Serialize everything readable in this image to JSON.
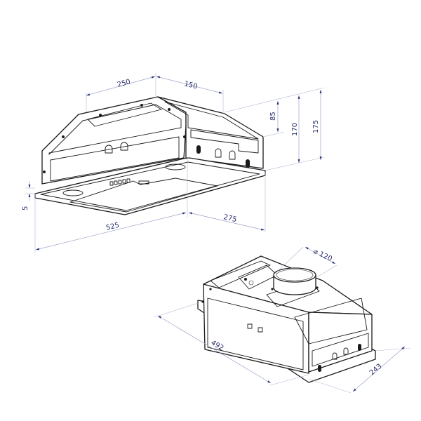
{
  "drawing": {
    "subject": "built-in cooker hood dimension drawing",
    "units": "mm",
    "colors": {
      "dimension_text": "#2a2f6b",
      "dimension_arrow": "#1f2a6e",
      "dimension_line": "#9aa0c8",
      "outline": "#1a1a1a",
      "background": "#ffffff"
    }
  },
  "view_bottom": {
    "name": "Bottom isometric view",
    "dimensions": {
      "top_left_width": "250",
      "top_right_depth": "150",
      "height_upper": "85",
      "height_body": "170",
      "height_total": "175",
      "panel_thickness": "5",
      "overall_width": "525",
      "overall_depth": "275"
    }
  },
  "view_top": {
    "name": "Top isometric view",
    "dimensions": {
      "outlet_diameter": "⌀ 120",
      "body_width": "492",
      "body_depth": "243"
    }
  }
}
